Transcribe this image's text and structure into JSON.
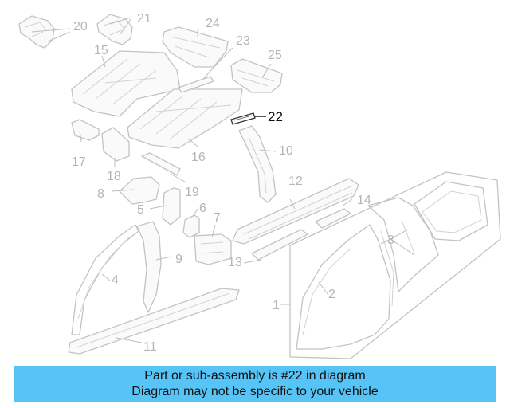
{
  "callouts": {
    "c1": "1",
    "c2": "2",
    "c3": "3",
    "c4": "4",
    "c5": "5",
    "c6": "6",
    "c7": "7",
    "c8": "8",
    "c9": "9",
    "c10": "10",
    "c11": "11",
    "c12": "12",
    "c13": "13",
    "c14": "14",
    "c15": "15",
    "c16": "16",
    "c17": "17",
    "c18": "18",
    "c19": "19",
    "c20": "20",
    "c21": "21",
    "c22": "22",
    "c23": "23",
    "c24": "24",
    "c25": "25"
  },
  "highlighted_part": "22",
  "banner": {
    "line1": "Part or sub-assembly is #22 in diagram",
    "line2": "Diagram may not be specific to your vehicle",
    "color": "#56c4f6"
  },
  "colors": {
    "line_art": "#c3c3c3",
    "highlight": "#111111"
  }
}
